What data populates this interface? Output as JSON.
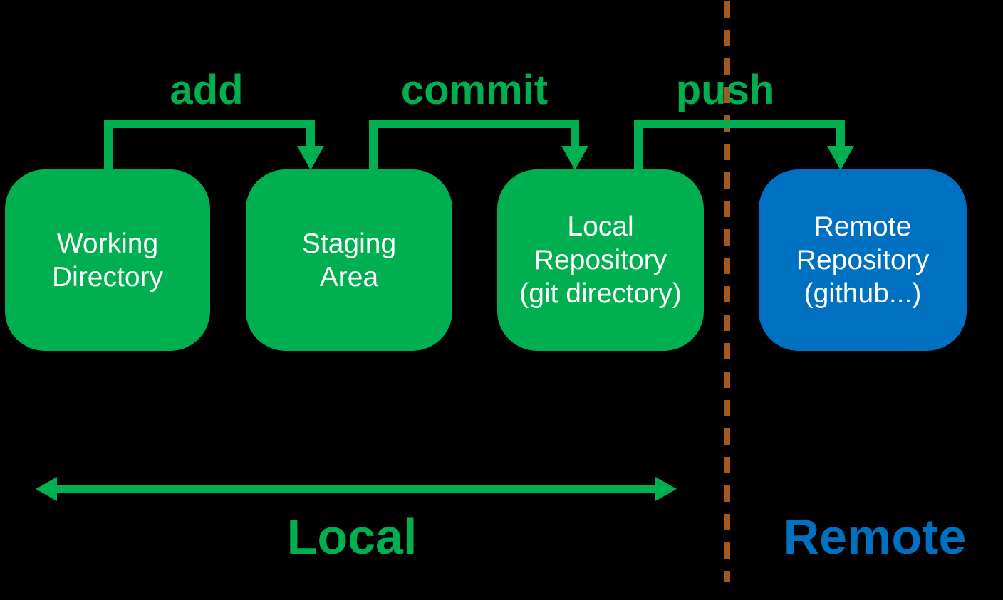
{
  "colors": {
    "green": "#00B050",
    "blue": "#0070C0",
    "divider_brown": "#A4581B",
    "node_text": "#FFFFFF",
    "background": "#000000"
  },
  "nodes": [
    {
      "id": "working-directory",
      "fill": "green",
      "lines": [
        "Working",
        "Directory"
      ]
    },
    {
      "id": "staging-area",
      "fill": "green",
      "lines": [
        "Staging",
        "Area"
      ]
    },
    {
      "id": "local-repository",
      "fill": "green",
      "lines": [
        "Local",
        "Repository",
        "(git directory)"
      ]
    },
    {
      "id": "remote-repository",
      "fill": "blue",
      "lines": [
        "Remote",
        "Repository",
        "(github...)"
      ]
    }
  ],
  "flow_labels": {
    "add": "add",
    "commit": "commit",
    "push": "push"
  },
  "regions": {
    "local": "Local",
    "remote": "Remote"
  }
}
